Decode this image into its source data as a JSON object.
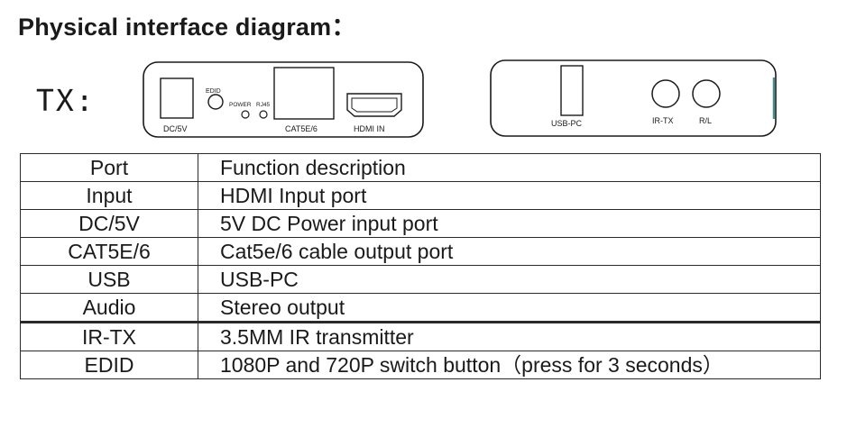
{
  "title": "Physical interface diagram：",
  "tx_label": "TX:",
  "front_panel": {
    "dc_label": "DC/5V",
    "edid_label": "EDID",
    "power_label": "POWER",
    "rj45_label": "RJ45",
    "cat_label": "CAT5E/6",
    "hdmi_label": "HDMI IN"
  },
  "rear_panel": {
    "usb_label": "USB-PC",
    "irtx_label": "IR-TX",
    "rl_label": "R/L"
  },
  "table": {
    "header": {
      "port": "Port",
      "desc": "Function description"
    },
    "rows": [
      {
        "port": "Input",
        "desc": "HDMI Input port"
      },
      {
        "port": "DC/5V",
        "desc": "5V DC Power input port"
      },
      {
        "port": "CAT5E/6",
        "desc": "Cat5e/6 cable output port"
      },
      {
        "port": "USB",
        "desc": "USB-PC"
      },
      {
        "port": "Audio",
        "desc": "Stereo output"
      },
      {
        "port": "IR-TX",
        "desc": "3.5MM IR transmitter"
      },
      {
        "port": "EDID",
        "desc": "1080P and 720P switch button（press for 3 seconds）"
      }
    ]
  }
}
